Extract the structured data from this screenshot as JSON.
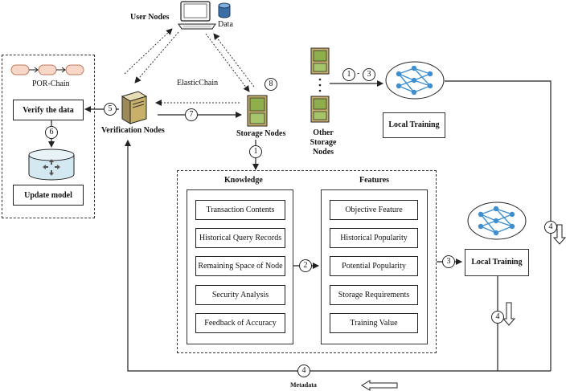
{
  "nodes": {
    "user": "User Nodes",
    "data": "Data",
    "verification": "Verification Nodes",
    "storage": "Storage Nodes",
    "other_storage": "Other Storage Nodes",
    "chain": "ElasticChain"
  },
  "left_panel": {
    "por_chain": "POR-Chain",
    "verify": "Verify the data",
    "update": "Update model"
  },
  "knowledge": {
    "title": "Knowledge",
    "items": [
      "Transaction Contents",
      "Historical Query Records",
      "Remaining Space of Node",
      "Security Analysis",
      "Feedback of Accuracy"
    ]
  },
  "features": {
    "title": "Features",
    "items": [
      "Objective Feature",
      "Historical Popularity",
      "Potential Popularity",
      "Storage Requirements",
      "Training Value"
    ]
  },
  "training": {
    "top": "Local Training",
    "mid": "Local Training"
  },
  "steps": {
    "s1": "1",
    "s2": "2",
    "s3": "3",
    "s4a": "4",
    "s4b": "4",
    "s4c": "4",
    "s5": "5",
    "s6": "6",
    "s7": "7",
    "s8": "8",
    "s13a": "1",
    "s13b": "3",
    "s13dash": "-"
  },
  "metadata": "Metadata",
  "colors": {
    "server_tan": "#c9b06a",
    "server_green": "#8fae4c",
    "neural_node": "#3f8fd0",
    "db_blue": "#d3e8f0"
  }
}
